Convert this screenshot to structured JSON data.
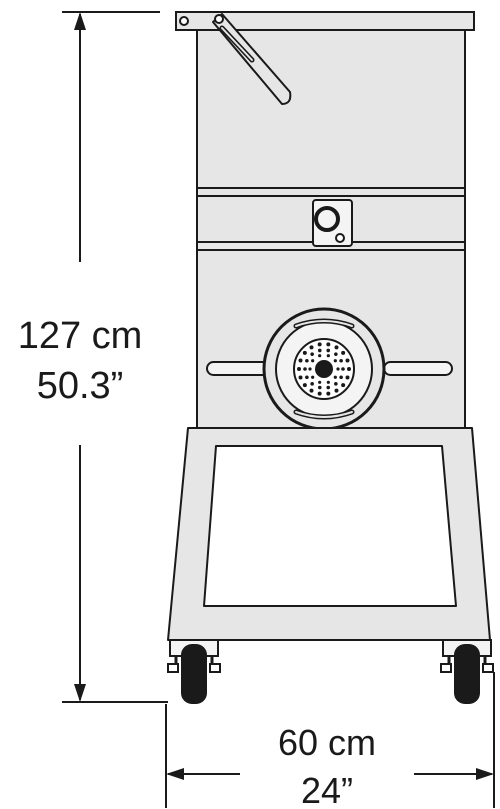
{
  "dimensions": {
    "height_metric": "127 cm",
    "height_imperial": "50.3”",
    "width_metric": "60 cm",
    "width_imperial": "24”"
  },
  "colors": {
    "body_fill": "#e6e6e6",
    "panel_fill": "#f4f4f4",
    "stroke": "#1a1a1a",
    "wheel": "#1a1a1a"
  }
}
